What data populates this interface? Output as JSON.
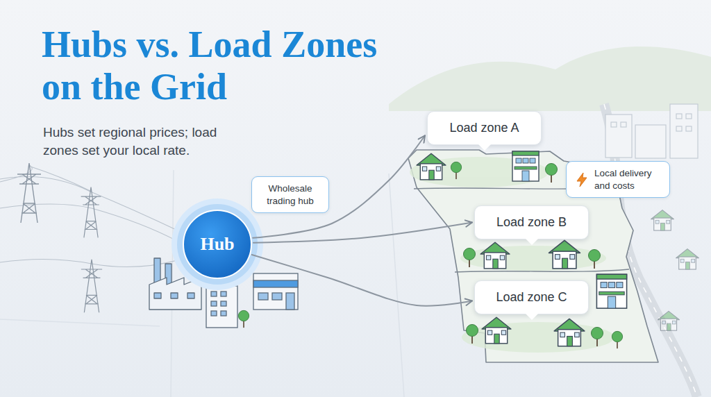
{
  "diagram": {
    "title": "Hubs vs. Load Zones on the Grid",
    "caption": "Hubs set regional prices; load zones set your local rate.",
    "nodes": [
      {
        "text": [
          "Hub"
        ]
      },
      {
        "text": [
          "Wholesale trading hub"
        ]
      },
      {
        "text": [
          "Load zone A"
        ]
      },
      {
        "text": [
          "Local delivery and costs"
        ]
      },
      {
        "text": [
          "Load zone B"
        ]
      },
      {
        "text": [
          "Load zone C"
        ]
      }
    ],
    "edges": [
      {
        "from": 0,
        "to": 2,
        "arrow": "to"
      },
      {
        "from": 0,
        "to": 4,
        "arrow": "to"
      },
      {
        "from": 0,
        "to": 5,
        "arrow": "to"
      }
    ]
  }
}
